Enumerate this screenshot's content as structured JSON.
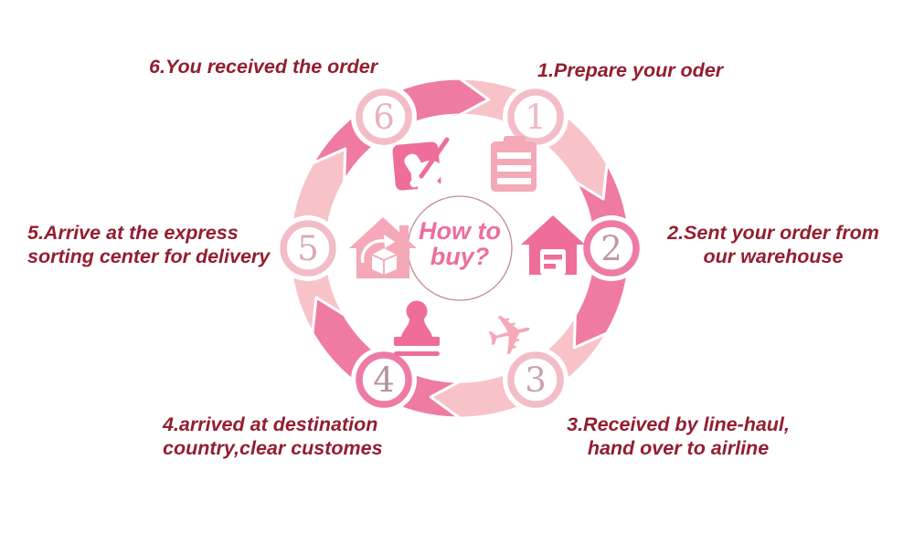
{
  "center": {
    "line1": "How to",
    "line2": "buy?"
  },
  "steps": [
    {
      "num": "1",
      "lines": [
        "1.Prepare your oder"
      ],
      "icon": "clipboard-icon",
      "ring_color": "#f3bdc7",
      "num_color": "#edb9c4"
    },
    {
      "num": "2",
      "lines": [
        "2.Sent your order from",
        "our warehouse"
      ],
      "icon": "warehouse-icon",
      "ring_color": "#ee7ba6",
      "num_color": "#bf99a5"
    },
    {
      "num": "3",
      "lines": [
        "3.Received by line-haul,",
        "hand over to airline"
      ],
      "icon": "airplane-icon",
      "ring_color": "#f3bdc7",
      "num_color": "#caa3ae"
    },
    {
      "num": "4",
      "lines": [
        "4.arrived at destination",
        "country,clear customes"
      ],
      "icon": "stamp-icon",
      "ring_color": "#ee7ba6",
      "num_color": "#b4939e"
    },
    {
      "num": "5",
      "lines": [
        "5.Arrive at the express",
        "sorting center for delivery"
      ],
      "icon": "house-box-icon",
      "ring_color": "#f3bdc7",
      "num_color": "#d9aab5"
    },
    {
      "num": "6",
      "lines": [
        "6.You received the order"
      ],
      "icon": "hand-sign-icon",
      "ring_color": "#f3bdc7",
      "num_color": "#e7b2bd"
    }
  ],
  "colors": {
    "arc_light": "#f7c3c9",
    "arc_dark": "#ef7aa2",
    "icon_light": "#f4a8b8",
    "icon_dark": "#ee6d9b",
    "label_text": "#931e30",
    "title_text": "#ee6d9e",
    "center_ring": "#c18a98"
  },
  "glyphs": {
    "airplane": "✈"
  }
}
